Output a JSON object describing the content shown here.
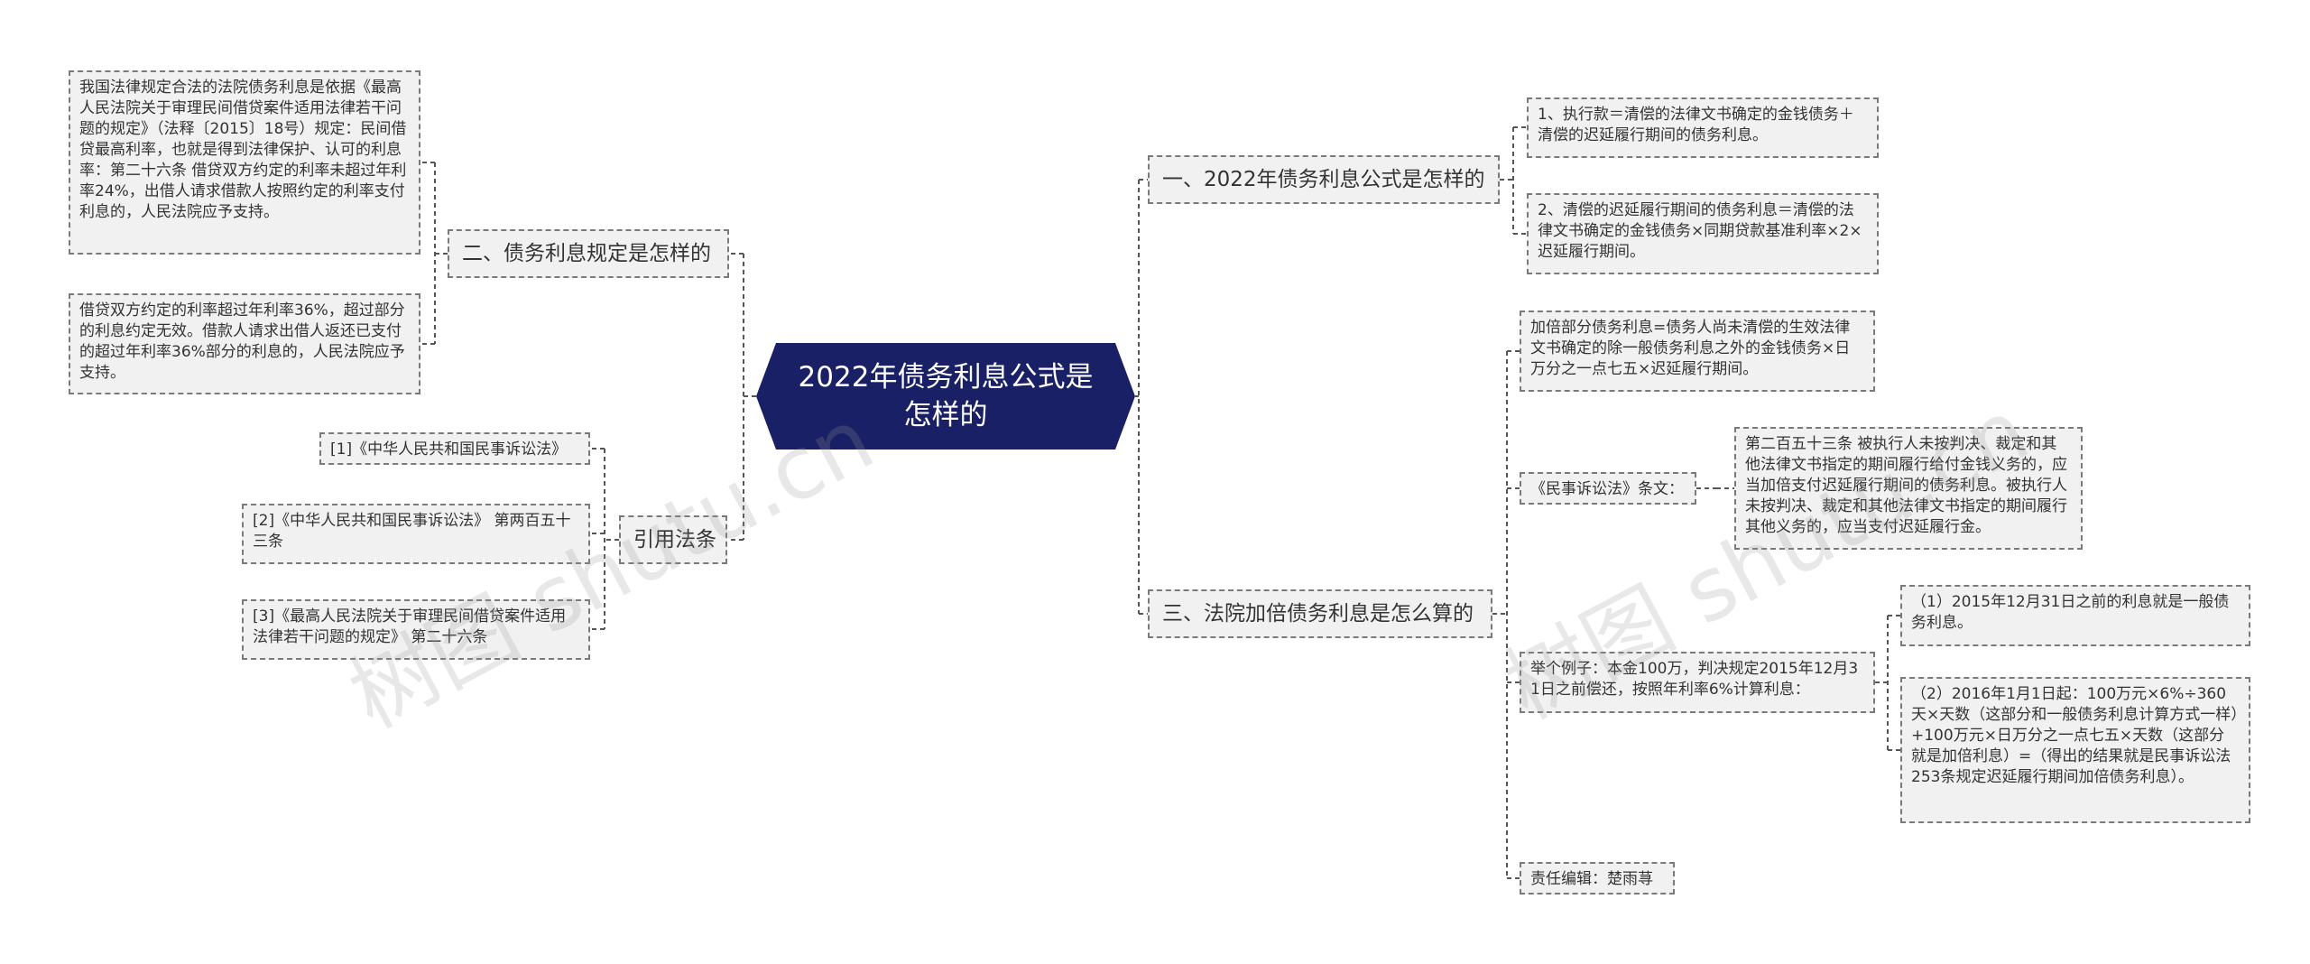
{
  "root": {
    "title": "2022年债务利息公式是怎样的",
    "color": "#1a2065"
  },
  "branches": {
    "b1": {
      "label": "一、2022年债务利息公式是怎样的"
    },
    "b2": {
      "label": "二、债务利息规定是怎样的"
    },
    "b3": {
      "label": "三、法院加倍债务利息是怎么算的"
    },
    "b4": {
      "label": "引用法条"
    }
  },
  "leaves": {
    "b1_1": "1、执行款＝清偿的法律文书确定的金钱债务＋清偿的迟延履行期间的债务利息。",
    "b1_2": "2、清偿的迟延履行期间的债务利息＝清偿的法律文书确定的金钱债务×同期贷款基准利率×2×迟延履行期间。",
    "b2_1": "我国法律规定合法的法院债务利息是依据《最高人民法院关于审理民间借贷案件适用法律若干问题的规定》（法释〔2015〕18号）规定：民间借贷最高利率，也就是得到法律保护、认可的利息率：第二十六条 借贷双方约定的利率未超过年利率24%，出借人请求借款人按照约定的利率支付利息的，人民法院应予支持。",
    "b2_2": "借贷双方约定的利率超过年利率36%，超过部分的利息约定无效。借款人请求出借人返还已支付的超过年利率36%部分的利息的，人民法院应予支持。",
    "b3_1": "加倍部分债务利息=债务人尚未清偿的生效法律文书确定的除一般债务利息之外的金钱债务×日万分之一点七五×迟延履行期间。",
    "b3_2": "《民事诉讼法》条文：",
    "b3_2_1": "第二百五十三条 被执行人未按判决、裁定和其他法律文书指定的期间履行给付金钱义务的，应当加倍支付迟延履行期间的债务利息。被执行人未按判决、裁定和其他法律文书指定的期间履行其他义务的，应当支付迟延履行金。",
    "b3_3": "举个例子：本金100万，判决规定2015年12月31日之前偿还，按照年利率6%计算利息：",
    "b3_3_1": "（1）2015年12月31日之前的利息就是一般债务利息。",
    "b3_3_2": "（2）2016年1月1日起：100万元×6%÷360天×天数（这部分和一般债务利息计算方式一样）+100万元×日万分之一点七五×天数（这部分就是加倍利息）=（得出的结果就是民事诉讼法253条规定迟延履行期间加倍债务利息）。",
    "b3_4": "责任编辑：楚雨荨",
    "b4_1": "[1]《中华人民共和国民事诉讼法》",
    "b4_2": "[2]《中华人民共和国民事诉讼法》 第两百五十三条",
    "b4_3": "[3]《最高人民法院关于审理民间借贷案件适用法律若干问题的规定》 第二十六条"
  },
  "watermarks": [
    "树图 shutu.cn",
    "树图 shutu.cn"
  ],
  "colors": {
    "line": "#555555",
    "node_bg": "#f1f1f1",
    "node_border": "#7a7a7a"
  }
}
